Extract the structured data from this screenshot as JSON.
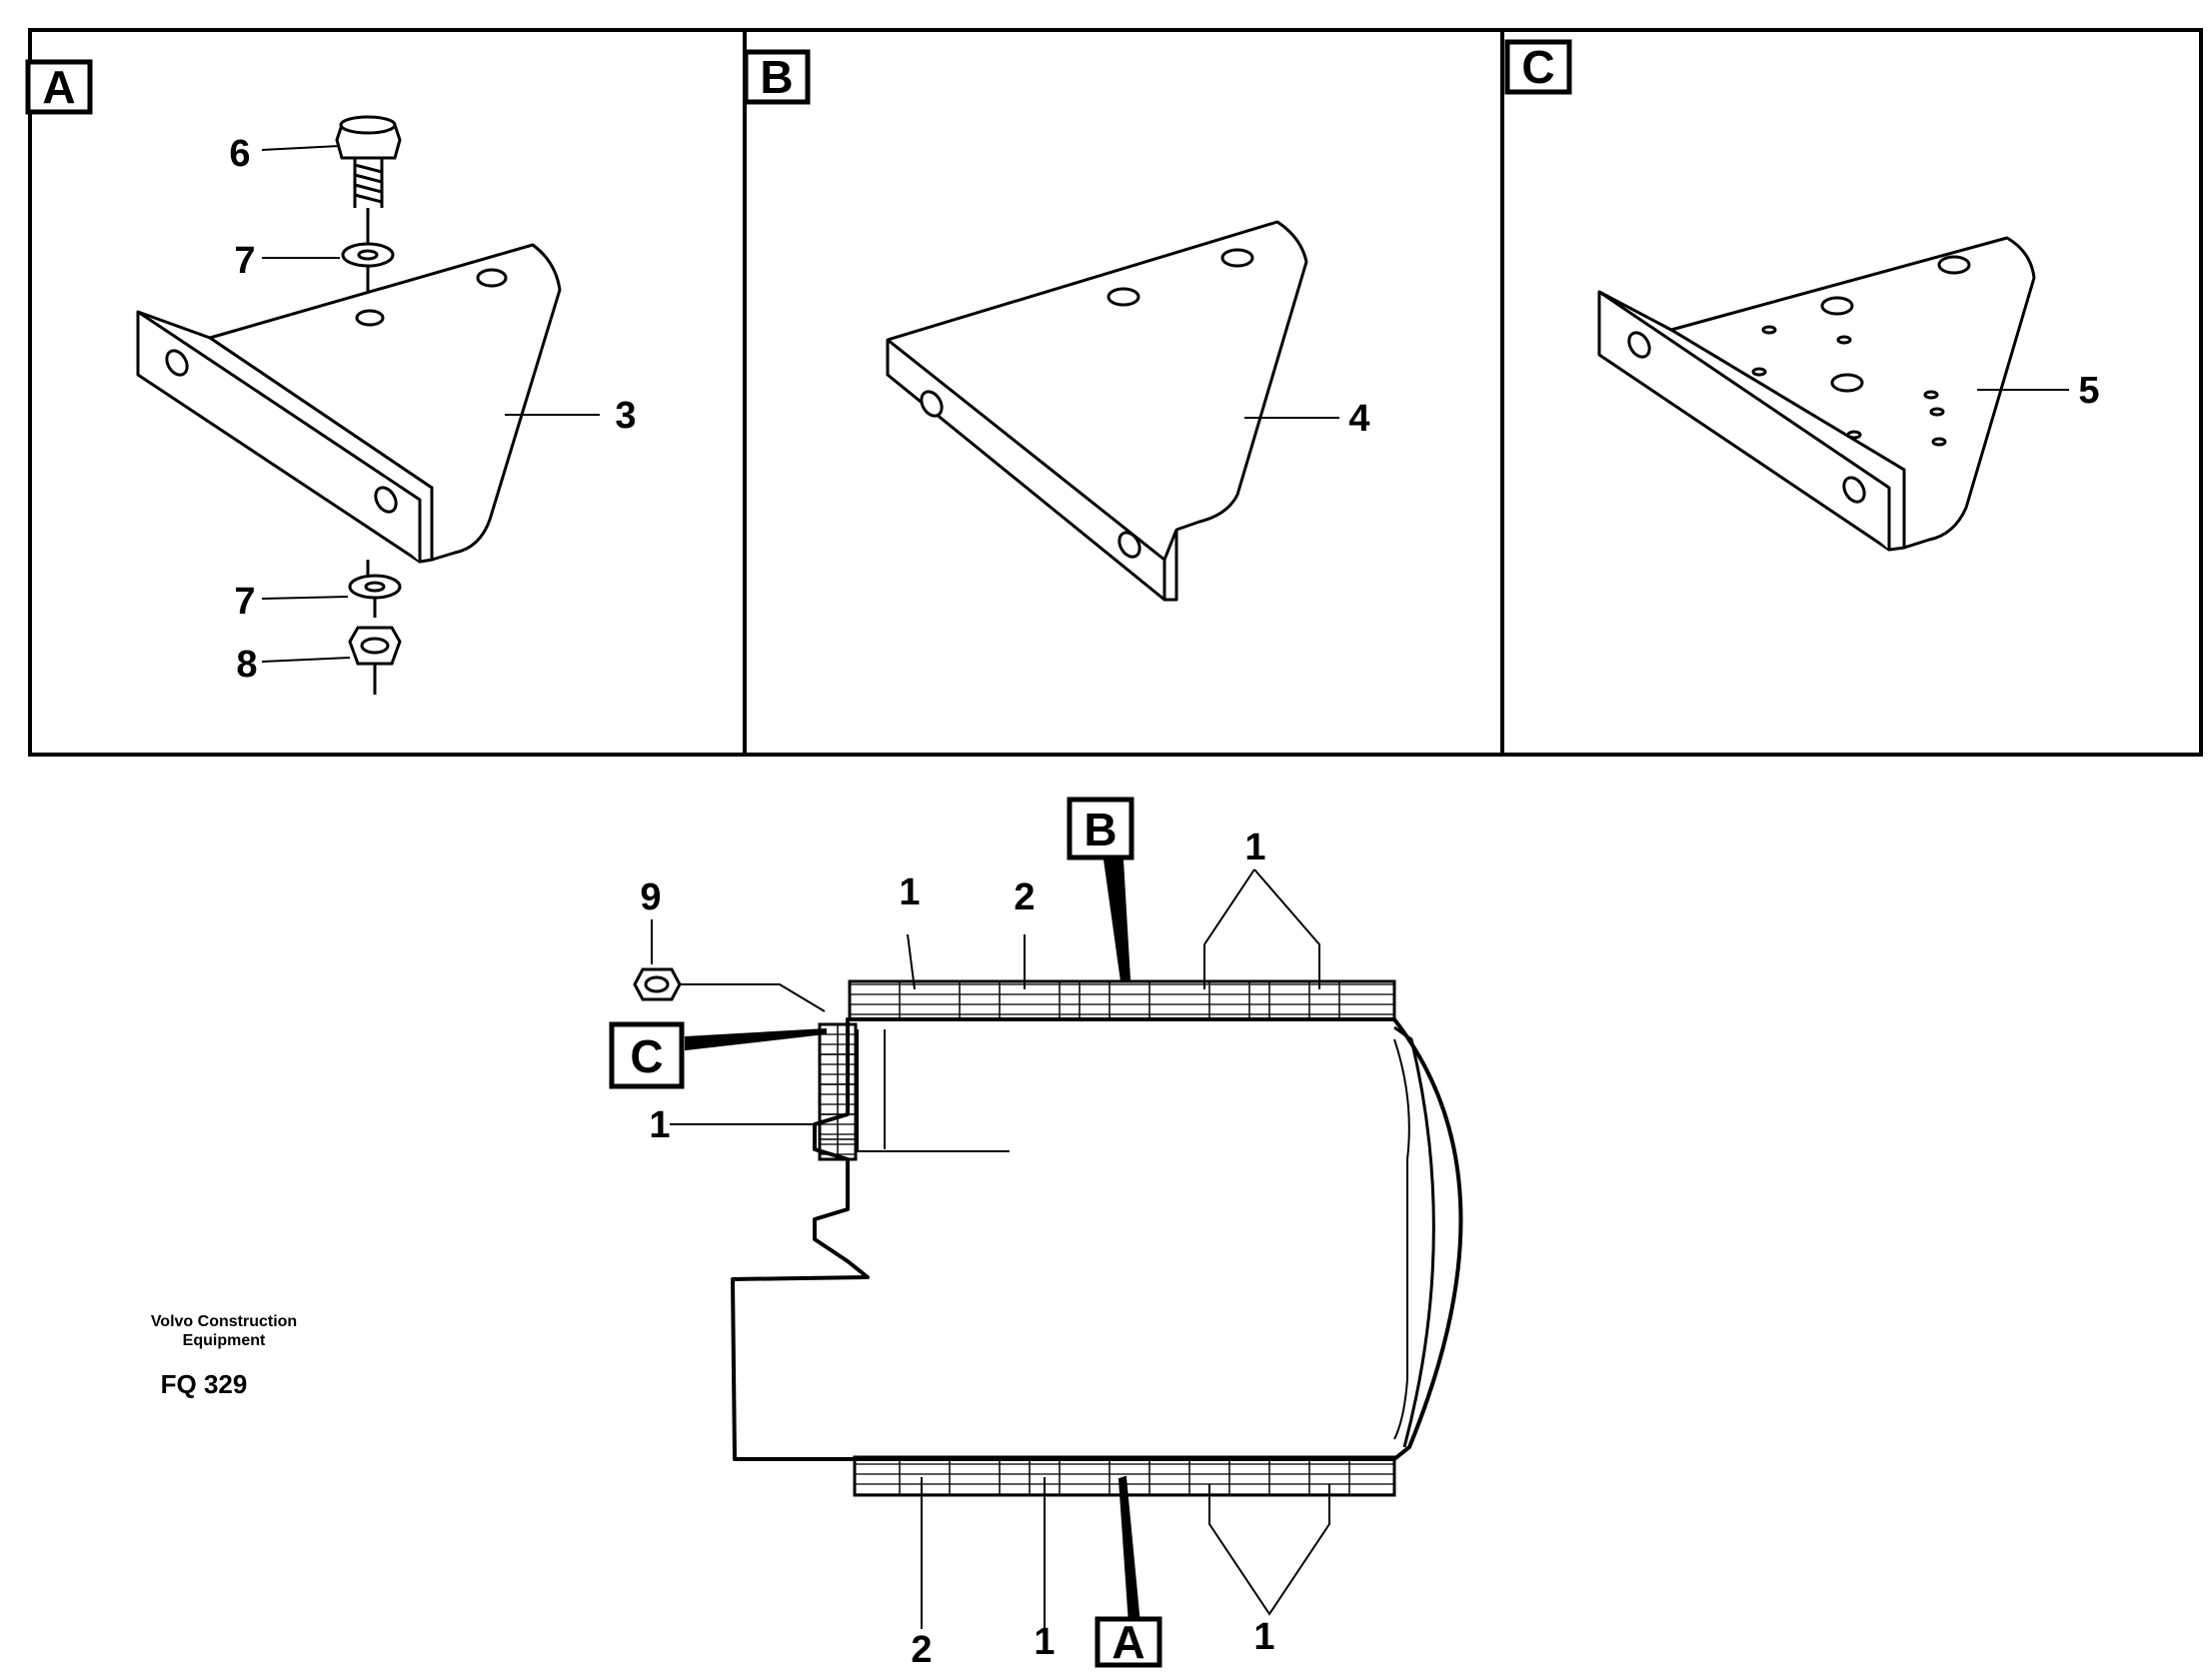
{
  "panels": [
    {
      "id": "A",
      "letter": "A",
      "callouts": [
        "6",
        "7",
        "3",
        "7",
        "8"
      ]
    },
    {
      "id": "B",
      "letter": "B",
      "callouts": [
        "4"
      ]
    },
    {
      "id": "C",
      "letter": "C",
      "callouts": [
        "5"
      ]
    }
  ],
  "assembly": {
    "box_labels": {
      "top": "B",
      "left": "C",
      "bottom": "A"
    },
    "top_callouts": {
      "nut": "9",
      "strip_left": "1",
      "strip_second": "2",
      "strip_pair": "1"
    },
    "side_callout": "1",
    "bottom_callouts": {
      "strip_second": "2",
      "strip_first": "1",
      "strip_pair": "1"
    }
  },
  "footer": {
    "company_line1": "Volvo Construction",
    "company_line2": "Equipment",
    "figure_code": "FQ 329"
  }
}
